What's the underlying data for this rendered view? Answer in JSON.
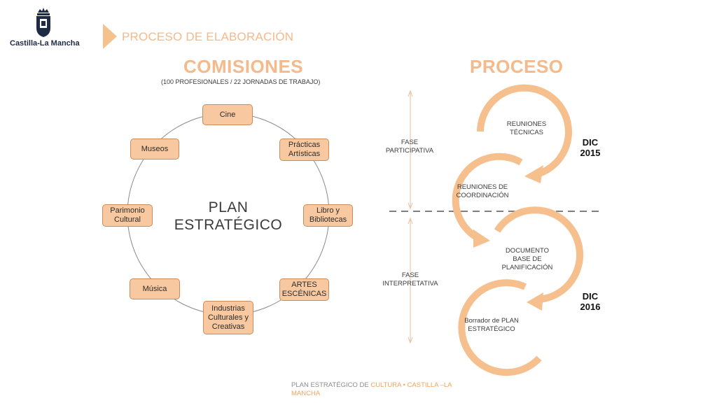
{
  "header": {
    "logo_text": "Castilla-La Mancha",
    "section_title": "PROCESO DE ELABORACIÓN"
  },
  "left": {
    "title": "COMISIONES",
    "subtitle": "(100 PROFESIONALES / 22 JORNADAS DE TRABAJO)",
    "center_line1": "PLAN",
    "center_line2": "ESTRATÉGICO",
    "nodes": {
      "cine": "Cine",
      "practicas_1": "Prácticas",
      "practicas_2": "Artísticas",
      "libro_1": "Libro y",
      "libro_2": "Bibliotecas",
      "artes_1": "ARTES",
      "artes_2": "ESCÉNICAS",
      "industrias_1": "Industrias",
      "industrias_2": "Culturales y",
      "industrias_3": "Creativas",
      "musica": "Música",
      "patrimonio_1": "Parimonio",
      "patrimonio_2": "Cultural",
      "museos": "Museos"
    }
  },
  "right": {
    "title": "PROCESO",
    "fase1_line1": "FASE",
    "fase1_line2": "PARTICIPATIVA",
    "fase2_line1": "FASE",
    "fase2_line2": "INTERPRETATIVA",
    "step1_line1": "REUNIONES",
    "step1_line2": "TÉCNICAS",
    "step2_line1": "REUNIONES DE",
    "step2_line2": "COORDINACIÓN",
    "step3_line1": "DOCUMENTO",
    "step3_line2": "BASE DE",
    "step3_line3": "PLANIFICACIÓN",
    "step4_line1": "Borrador de PLAN",
    "step4_line2": "ESTRATÉGICO",
    "dic1_line1": "DIC",
    "dic1_line2": "2015",
    "dic2_line1": "DIC",
    "dic2_line2": "2016"
  },
  "footer": {
    "part1": "PLAN ESTRATÉGICO DE ",
    "part2": "CULTURA • CASTILLA –LA",
    "part3": "MANCHA"
  },
  "colors": {
    "accent": "#f5c28e",
    "node_fill": "#f8c9a0",
    "node_border": "#c98b5c",
    "title": "#f5b98a"
  }
}
